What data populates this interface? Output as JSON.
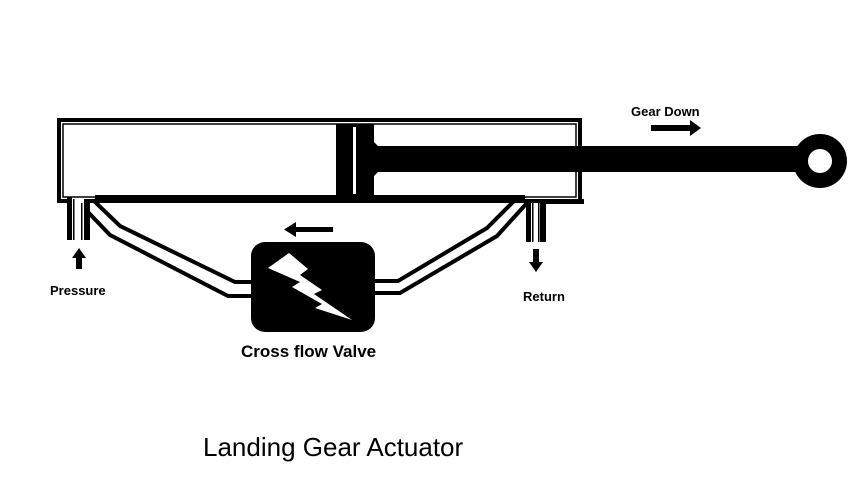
{
  "title": "Landing Gear Actuator",
  "labels": {
    "gear_down": "Gear Down",
    "pressure": "Pressure",
    "return": "Return",
    "valve": "Cross flow Valve"
  },
  "colors": {
    "ink": "#000000",
    "paper": "#ffffff"
  }
}
